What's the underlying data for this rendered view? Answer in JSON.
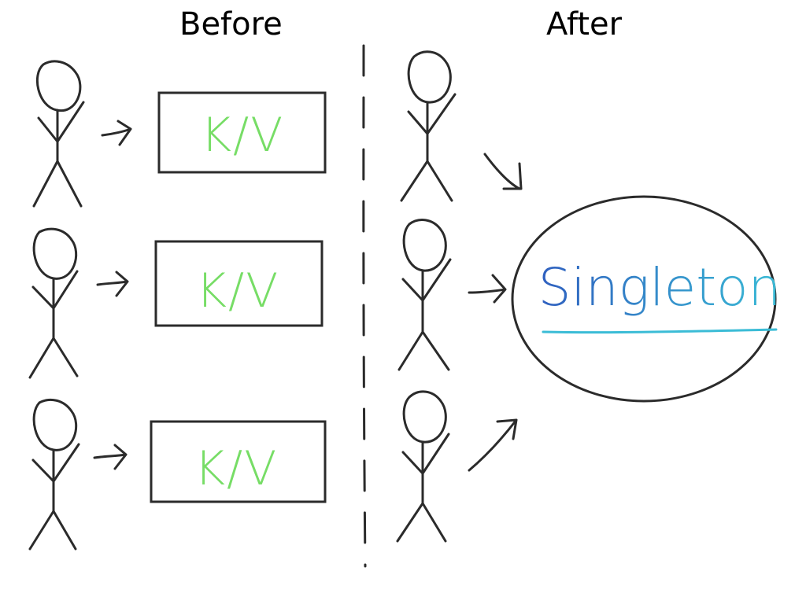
{
  "headings": {
    "before": "Before",
    "after": "After"
  },
  "before_boxes": [
    "K/V",
    "K/V",
    "K/V"
  ],
  "singleton_label": "Singleton",
  "colors": {
    "ink": "#2b2b2b",
    "kv_text": "#77dd66",
    "singleton_gradient_start": "#2f5fbf",
    "singleton_gradient_end": "#3bbcd6",
    "underline": "#3bbcd6"
  }
}
